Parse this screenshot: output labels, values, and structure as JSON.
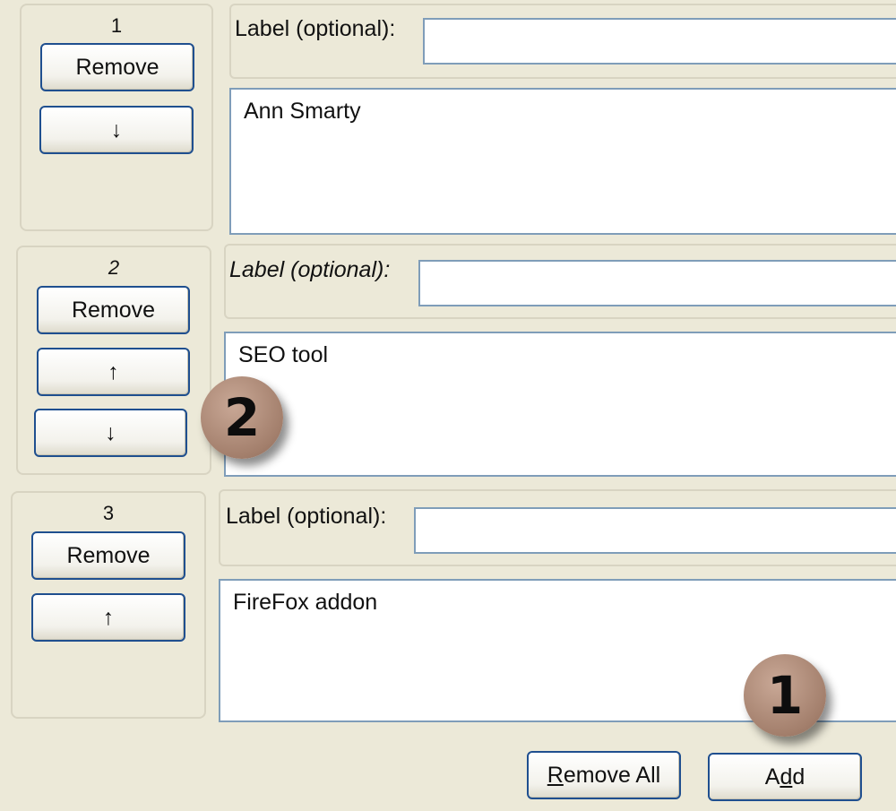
{
  "label_field_text": "Label (optional):",
  "entries": [
    {
      "index": "1",
      "value": "Ann Smarty",
      "remove_label": "Remove",
      "down_label": "↓"
    },
    {
      "index": "2",
      "value": "SEO tool",
      "remove_label": "Remove",
      "up_label": "↑",
      "down_label": "↓"
    },
    {
      "index": "3",
      "value": "FireFox addon",
      "remove_label": "Remove",
      "up_label": "↑"
    }
  ],
  "footer": {
    "remove_all_prefix": "R",
    "remove_all_rest": "emove All",
    "add_prefix": "A",
    "add_underlined": "d",
    "add_rest": "d"
  },
  "badges": {
    "one": "1",
    "two": "2"
  }
}
